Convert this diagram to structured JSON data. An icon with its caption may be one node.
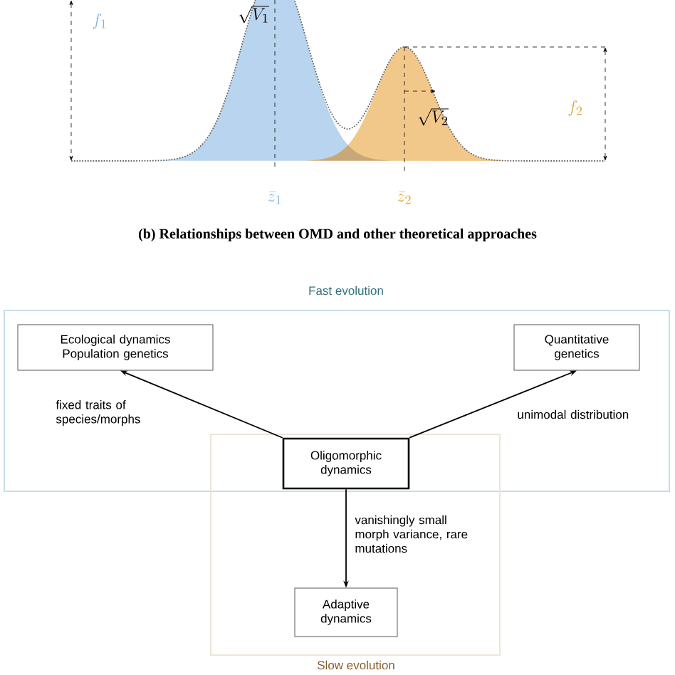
{
  "diagram": {
    "title": "(b) Relationships between OMD and other theoretical approaches",
    "nodes": [
      {
        "text": [
          "Fast evolution"
        ]
      },
      {
        "text": [
          "Slow evolution"
        ]
      },
      {
        "text": [
          "Ecological dynamics Population genetics"
        ],
        "in": 0
      },
      {
        "text": [
          "Quantitative genetics"
        ],
        "in": 0
      },
      {
        "text": [
          "Oligomorphic dynamics"
        ]
      },
      {
        "text": [
          "Adaptive dynamics"
        ],
        "in": 1
      }
    ],
    "edges": [
      {
        "from": 4,
        "to": 2,
        "arrow": "to",
        "label": "fixed traits of species/morphs"
      },
      {
        "from": 4,
        "to": 3,
        "arrow": "to",
        "label": "unimodal distribution"
      },
      {
        "from": 4,
        "to": 5,
        "arrow": "to",
        "label": "vanishingly small morph variance, rare mutations"
      }
    ],
    "labels": [
      "f_1",
      "\\sqrt{V_1}",
      "\\sqrt{V_2}",
      "f_2",
      "\\bar{z}_1",
      "\\bar{z}_2"
    ]
  }
}
